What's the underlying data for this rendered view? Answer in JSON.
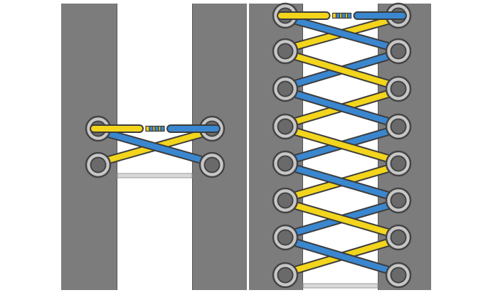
{
  "diagram": {
    "colors": {
      "background": "#ffffff",
      "shoe_panel": "#7c7c7c",
      "shoe_panel_edge": "#555555",
      "gap": "#ffffff",
      "eyelet_ring": "#c7c7c7",
      "eyelet_rim": "#444444",
      "eyelet_hole": "#6a6a6a",
      "lace_yellow": "#f2d51c",
      "lace_blue": "#3a87d0",
      "lace_outline": "#3c3c3c",
      "under_lace": "#d9d9d9"
    },
    "panels": [
      {
        "name": "two-eyelet-lacing",
        "eyelet_pairs": 2,
        "pattern": "criss-cross",
        "lace_colors": [
          "yellow",
          "blue"
        ]
      },
      {
        "name": "eight-eyelet-lacing",
        "eyelet_pairs": 8,
        "pattern": "criss-cross",
        "lace_colors": [
          "yellow",
          "blue"
        ]
      }
    ]
  }
}
